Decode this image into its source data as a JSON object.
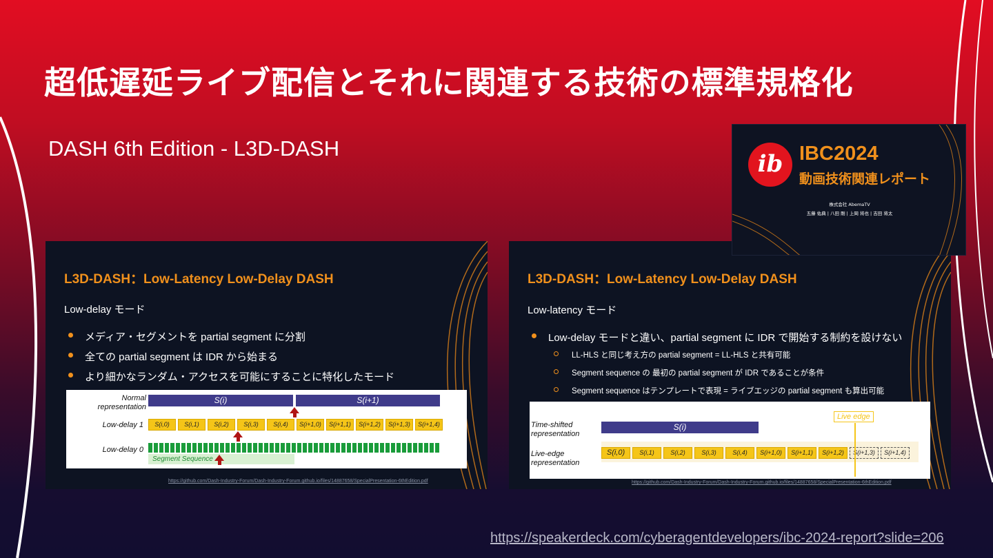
{
  "page": {
    "title": "超低遅延ライブ配信とそれに関連する技術の標準規格化",
    "subtitle": "DASH 6th Edition - L3D-DASH",
    "source_url": "https://speakerdeck.com/cyberagentdevelopers/ibc-2024-report?slide=206"
  },
  "colors": {
    "accent_orange": "#f0901c",
    "segment_yellow": "#f5c518",
    "bar_blue": "#3f3b8a",
    "green": "#1a9c3a",
    "bg_red": "#e20d22",
    "bg_navy": "#120d30"
  },
  "left_slide": {
    "title": "L3D-DASH：Low-Latency Low-Delay DASH",
    "mode": "Low-delay モード",
    "bullets": [
      "メディア・セグメントを partial segment に分割",
      "全ての partial segment は IDR から始まる",
      "より細かなランダム・アクセスを可能にすることに特化したモード"
    ],
    "diagram": {
      "normal_label": "Normal\nrepresentation",
      "lowdelay1_label": "Low-delay 1",
      "lowdelay0_label": "Low-delay 0",
      "s_i": "S(i)",
      "s_i1": "S(i+1)",
      "segments": [
        "S(i,0)",
        "S(i,1)",
        "S(i,2)",
        "S(i,3)",
        "S(i,4)",
        "S(i+1,0)",
        "S(i+1,1)",
        "S(i+1,2)",
        "S(i+1,3)",
        "S(i+1,4)"
      ],
      "segment_sequence": "Segment Sequence"
    },
    "source": "https://github.com/Dash-Industry-Forum/Dash-Industry-Forum.github.io/files/14887658/SpecialPresentation-6thEdition.pdf"
  },
  "right_slide": {
    "title": "L3D-DASH：Low-Latency Low-Delay DASH",
    "mode": "Low-latency モード",
    "bullet": "Low-delay モードと違い、partial segment に IDR で開始する制約を設けない",
    "sub_bullets": [
      "LL-HLS と同じ考え方の partial segment = LL-HLS と共有可能",
      "Segment sequence の 最初の partial segment が IDR であることが条件",
      "Segment sequence はテンプレートで表現 = ライブエッジの partial segment も算出可能"
    ],
    "diagram": {
      "time_shifted_label": "Time-shifted\nrepresentation",
      "live_edge_label": "Live-edge\nrepresentation",
      "live_edge_tag": "Live edge",
      "s_i": "S(i)",
      "segments": [
        "S(i,0)",
        "S(i,1)",
        "S(i,2)",
        "S(i,3)",
        "S(i,4)",
        "S(i+1,0)",
        "S(i+1,1)",
        "S(i+1,2)"
      ],
      "future_segments": [
        "S(i+1,3)",
        "S(i+1,4)"
      ]
    },
    "source": "https://github.com/Dash-Industry-Forum/Dash-Industry-Forum.github.io/files/14887658/SpecialPresentation-6thEdition.pdf"
  },
  "ibc_card": {
    "title": "IBC2024",
    "subtitle": "動画技術関連レポート",
    "org": "株式会社 AbemaTV",
    "names": "五藤 佑典 | 八田 剛 | 上岡 将也 | 吉田 将太"
  }
}
